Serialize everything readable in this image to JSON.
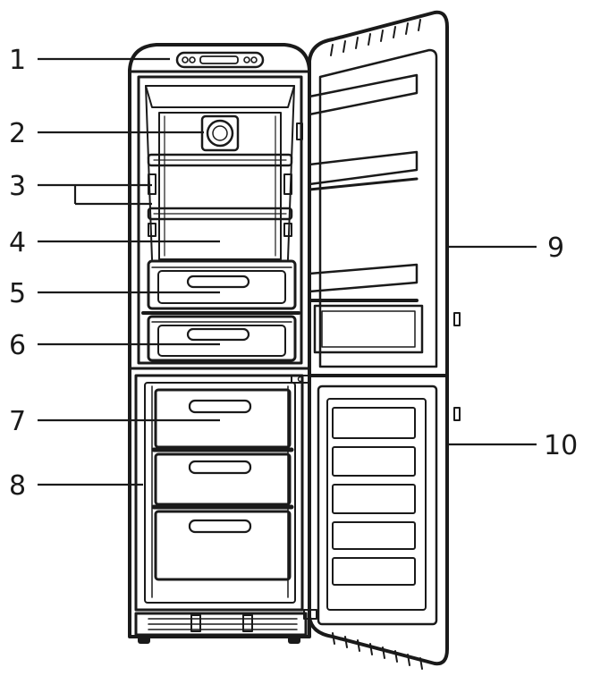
{
  "callouts": [
    {
      "number": "1",
      "part": "control-panel"
    },
    {
      "number": "2",
      "part": "fan-and-light"
    },
    {
      "number": "3",
      "part": "fridge-shelves"
    },
    {
      "number": "4",
      "part": "fridge-compartment"
    },
    {
      "number": "5",
      "part": "crisper-drawer-upper"
    },
    {
      "number": "6",
      "part": "crisper-drawer-lower"
    },
    {
      "number": "7",
      "part": "freezer-drawers"
    },
    {
      "number": "8",
      "part": "freezer-compartment"
    },
    {
      "number": "9",
      "part": "fridge-door"
    },
    {
      "number": "10",
      "part": "freezer-door"
    }
  ]
}
